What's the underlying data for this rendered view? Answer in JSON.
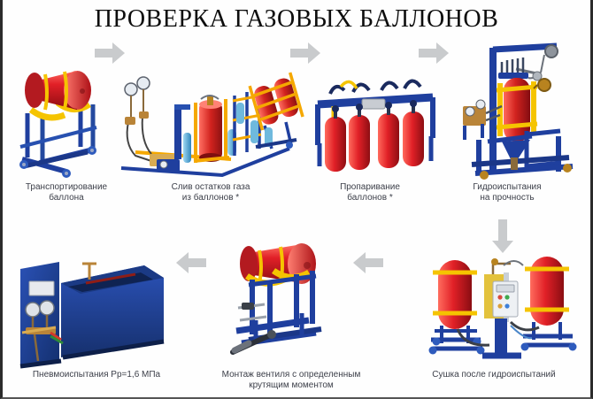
{
  "poster": {
    "title": "ПРОВЕРКА ГАЗОВЫХ БАЛЛОНОВ",
    "background_color": "#ffffff",
    "title_color": "#0d0d0d",
    "caption_color": "#3c3f49",
    "arrow_color": "#c9cbcd"
  },
  "steps": [
    {
      "id": "step-1",
      "order": 1,
      "caption": "Транспортирование\nбаллона",
      "figure": "cylinder-transport-cart",
      "colors": {
        "cylinder": "#e12027",
        "frame": "#1f3f9e",
        "strap": "#f5c400"
      }
    },
    {
      "id": "step-2",
      "order": 2,
      "caption": "Слив остатков газа\nиз баллонов *",
      "figure": "gas-drain-installation",
      "colors": {
        "cylinder": "#d2231f",
        "frame": "#1f3f9e",
        "strap": "#f5a800",
        "pipe": "#4da6d8"
      }
    },
    {
      "id": "step-3",
      "order": 3,
      "caption": "Пропаривание\nбаллонов *",
      "figure": "steaming-rack-four-cylinders",
      "colors": {
        "cylinder": "#e12027",
        "frame": "#1f3f9e",
        "hose": "#1a2a5e"
      }
    },
    {
      "id": "step-4",
      "order": 4,
      "caption": "Гидроиспытания\nна прочность",
      "figure": "hydro-test-stand",
      "colors": {
        "cylinder": "#d2231f",
        "frame": "#1f3f9e",
        "clamp": "#f5c400"
      }
    },
    {
      "id": "step-5",
      "order": 5,
      "caption": "Сушка после гидроиспытаний",
      "figure": "drying-station-two-cylinders",
      "colors": {
        "cylinder": "#e12027",
        "frame": "#1f3f9e",
        "band": "#f5c400",
        "cabinet": "#dfe3e8"
      }
    },
    {
      "id": "step-6",
      "order": 6,
      "caption": "Монтаж вентиля с определенным\nкрутящим моментом",
      "figure": "valve-mounting-stand",
      "colors": {
        "cylinder": "#e12027",
        "frame": "#1f3f9e",
        "strap": "#f5c400"
      }
    },
    {
      "id": "step-7",
      "order": 7,
      "caption": "Пневмоиспытания Рр=1,6 МПа",
      "figure": "pneumatic-test-bath",
      "colors": {
        "body": "#1f3f9e",
        "gauge": "#d8dce2"
      }
    }
  ],
  "arrows": [
    {
      "id": "arrow-1-2",
      "direction": "right"
    },
    {
      "id": "arrow-2-3",
      "direction": "right"
    },
    {
      "id": "arrow-3-4",
      "direction": "right"
    },
    {
      "id": "arrow-4-5",
      "direction": "down"
    },
    {
      "id": "arrow-5-6",
      "direction": "left"
    },
    {
      "id": "arrow-6-7",
      "direction": "left"
    }
  ]
}
